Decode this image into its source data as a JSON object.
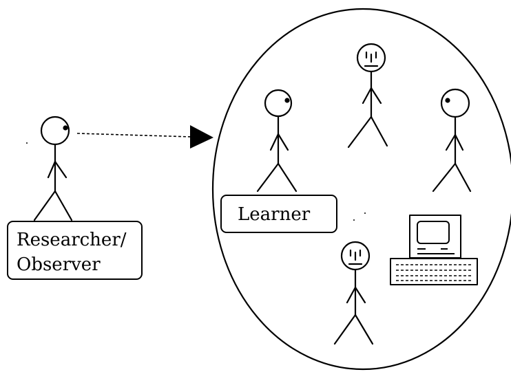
{
  "diagram": {
    "observer_label_line1": "Researcher/",
    "observer_label_line2": "Observer",
    "learner_label": "Learner"
  },
  "icons": {
    "observer": "stick-figure-icon",
    "learner": "stick-figure-icon",
    "group_member": "stick-figure-icon",
    "computer": "computer-icon"
  },
  "colors": {
    "ink": "#000000",
    "background": "#ffffff"
  }
}
